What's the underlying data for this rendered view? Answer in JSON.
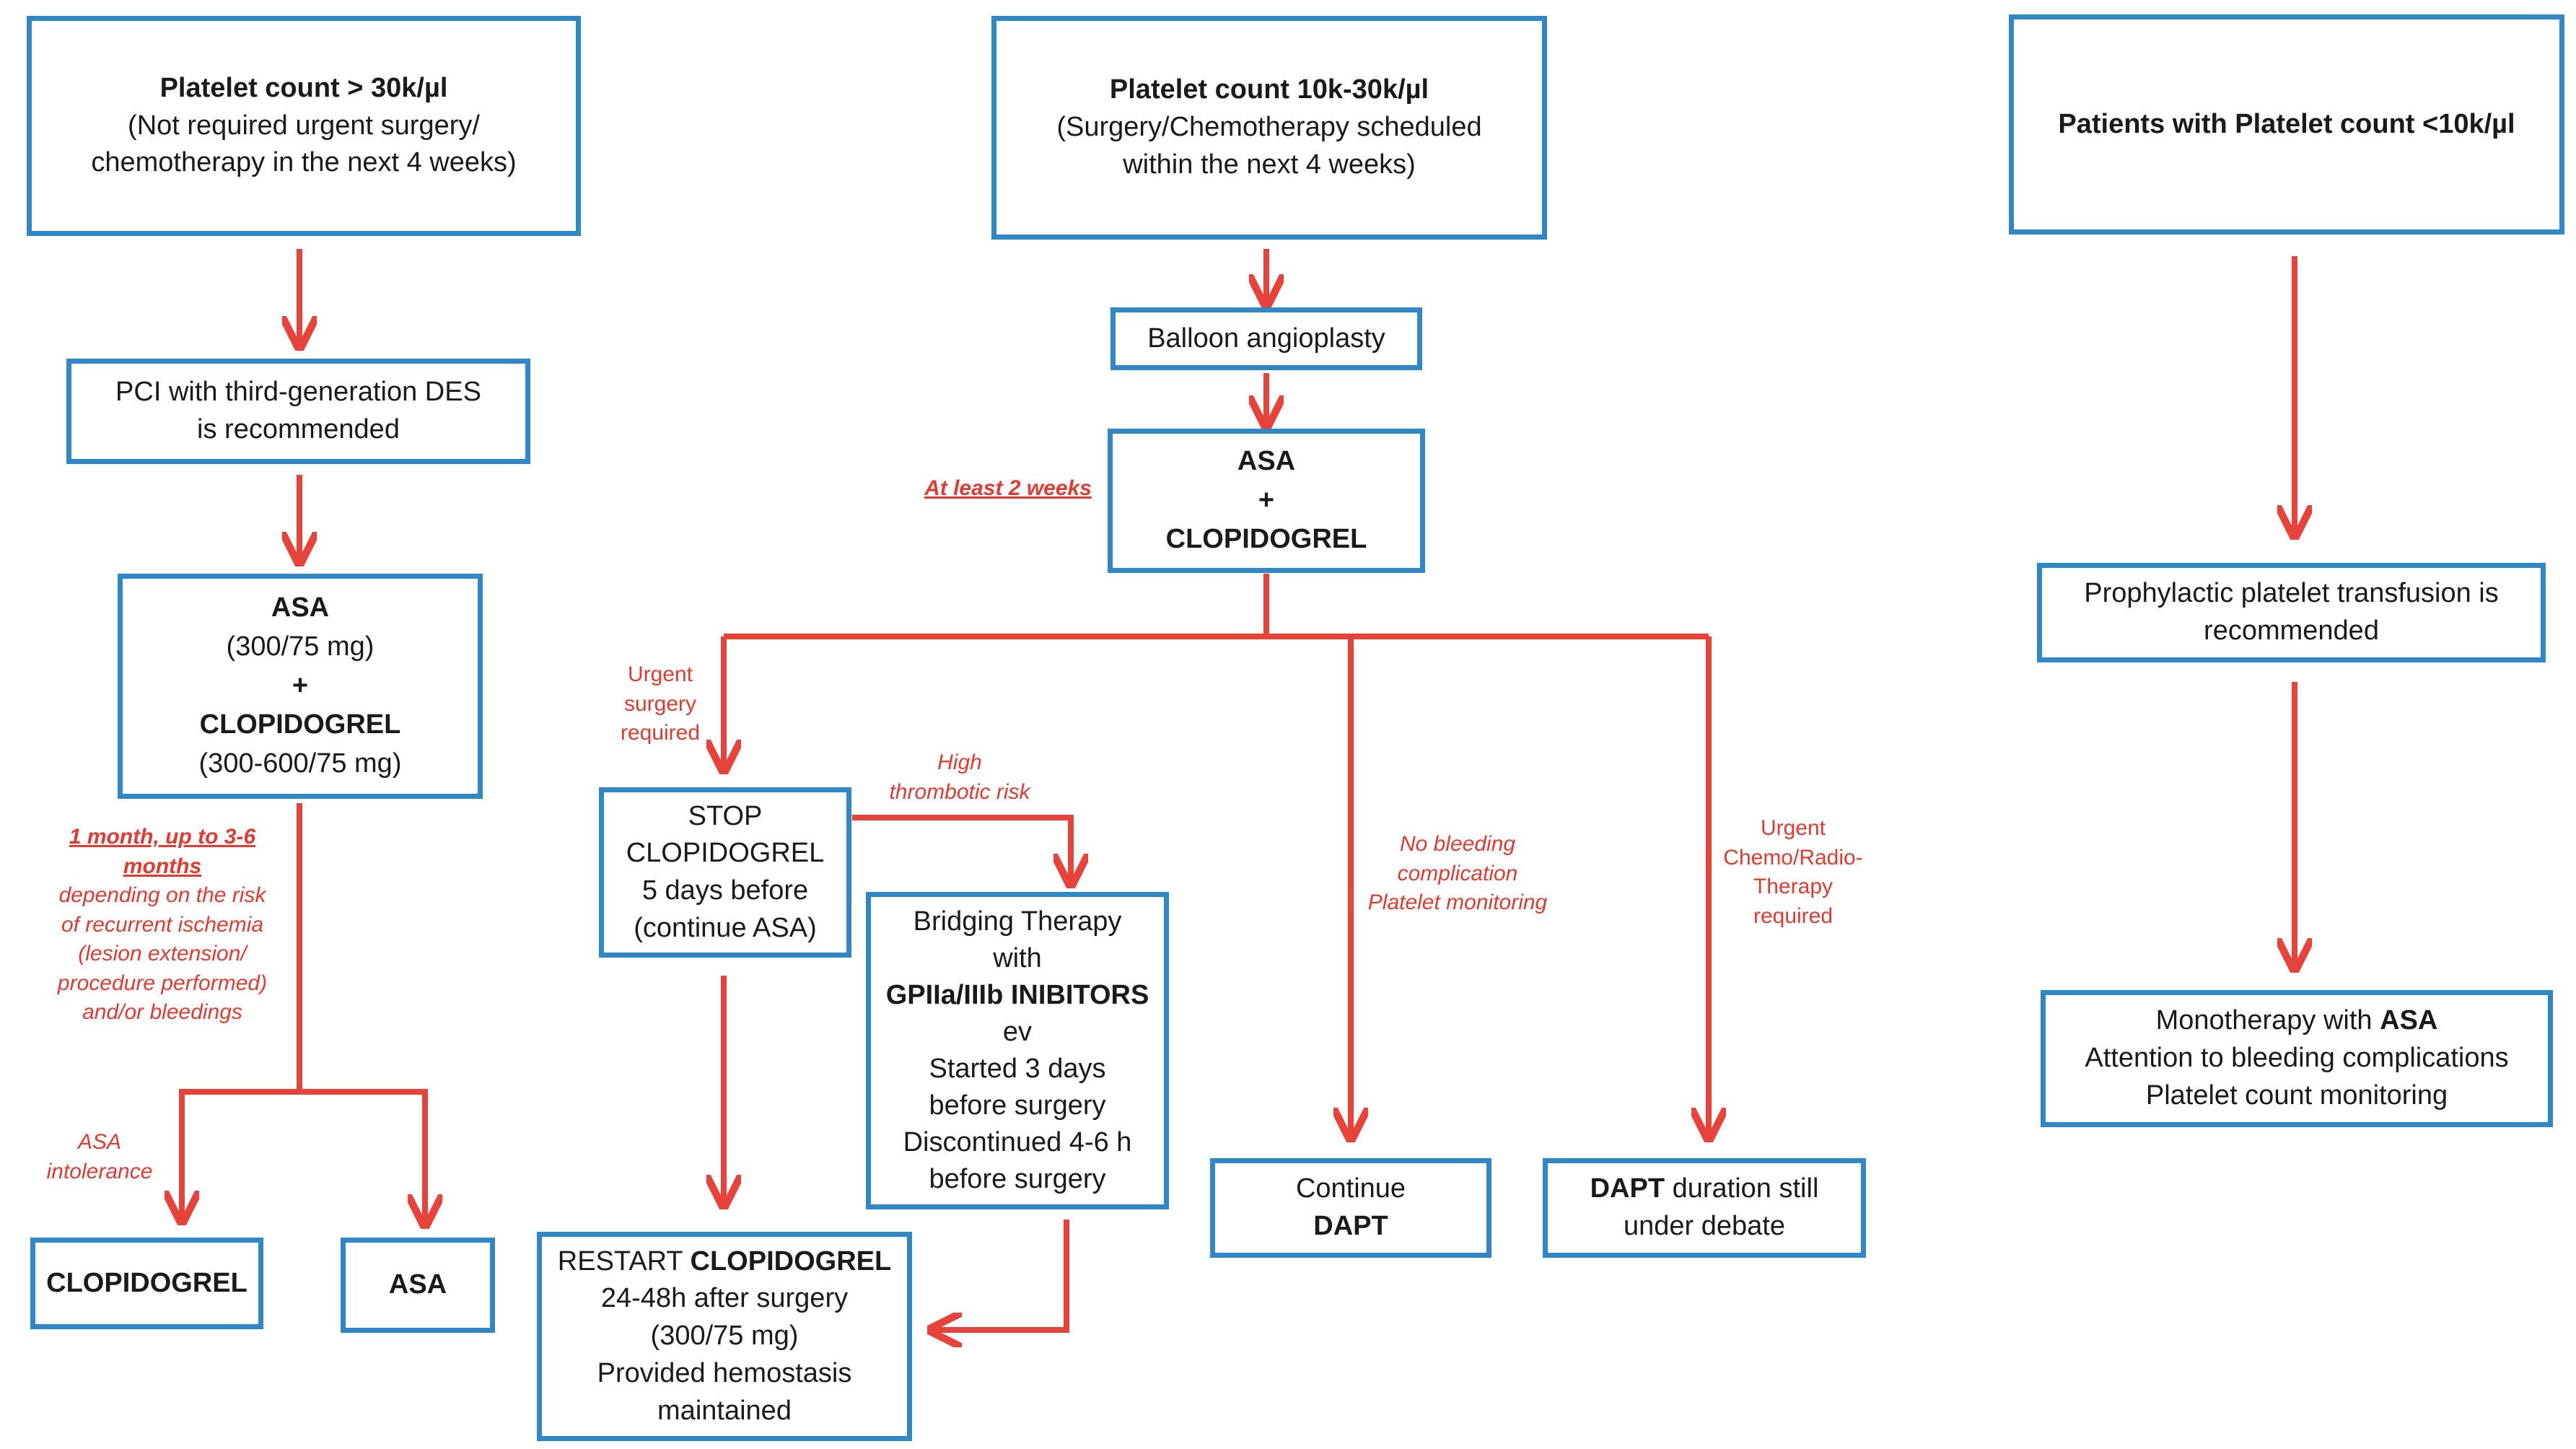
{
  "colors": {
    "box_border": "#2f87c8",
    "arrow": "#e8433a",
    "note_text": "#e03a32"
  },
  "col1": {
    "header": {
      "title": "Platelet count > 30k/µl",
      "line1": "(Not required urgent  surgery/",
      "line2": "chemotherapy in the next 4 weeks)"
    },
    "pci": {
      "line1": "PCI with third-generation DES",
      "line2": "is recommended"
    },
    "dapt": {
      "asa": "ASA",
      "asa_dose": "(300/75 mg)",
      "plus": "+",
      "clopidogrel": "CLOPIDOGREL",
      "clopidogrel_dose": "(300-600/75 mg)"
    },
    "duration_note": {
      "line1": "1 month, up to 3-6",
      "line2": "months",
      "line3": "depending on the risk",
      "line4": "of recurrent ischemia",
      "line5": "(lesion extension/",
      "line6": "procedure performed)",
      "line7": "and/or bleedings"
    },
    "intolerance_note": {
      "line1": "ASA",
      "line2": "intolerance"
    },
    "clopidogrel_box": "CLOPIDOGREL",
    "asa_box": "ASA"
  },
  "col2": {
    "header": {
      "title": "Platelet count 10k-30k/µl",
      "line1": "(Surgery/Chemotherapy scheduled",
      "line2": "within the next 4 weeks)"
    },
    "balloon": "Balloon angioplasty",
    "dapt": {
      "asa": "ASA",
      "plus": "+",
      "clopidogrel": "CLOPIDOGREL"
    },
    "weeks_note": "At least 2 weeks",
    "urgent_note": {
      "line1": "Urgent",
      "line2": "surgery",
      "line3": "required"
    },
    "stop": {
      "line1": "STOP",
      "line2": "CLOPIDOGREL",
      "line3": "5 days before",
      "line4": "(continue ASA)"
    },
    "high_risk_note": {
      "line1": "High",
      "line2": "thrombotic risk"
    },
    "bridging": {
      "line1": "Bridging Therapy",
      "line2": "with",
      "line3": "GPIIa/IIIb INIBITORS",
      "line4": "ev",
      "line5": "Started 3 days",
      "line6": "before surgery",
      "line7": "Discontinued 4-6 h",
      "line8": "before surgery"
    },
    "restart": {
      "prefix": "RESTART ",
      "drug": "CLOPIDOGREL",
      "line2": "24-48h after surgery",
      "line3": "(300/75 mg)",
      "line4": "Provided hemostasis",
      "line5": "maintained"
    },
    "no_bleeding_note": {
      "line1": "No bleeding",
      "line2": "complication",
      "line3": "Platelet monitoring"
    },
    "continue": {
      "line1": "Continue",
      "line2": "DAPT"
    },
    "chemo_note": {
      "line1": "Urgent",
      "line2": "Chemo/Radio-",
      "line3": "Therapy",
      "line4": "required"
    },
    "debate": {
      "bold": "DAPT",
      "rest": " duration still",
      "line2": "under debate"
    }
  },
  "col3": {
    "header": "Patients with Platelet count <10k/µl",
    "transfusion": {
      "line1": "Prophylactic platelet transfusion is",
      "line2": "recommended"
    },
    "mono": {
      "prefix": "Monotherapy with ",
      "drug": "ASA",
      "line2": "Attention to bleeding complications",
      "line3": "Platelet count monitoring"
    }
  }
}
